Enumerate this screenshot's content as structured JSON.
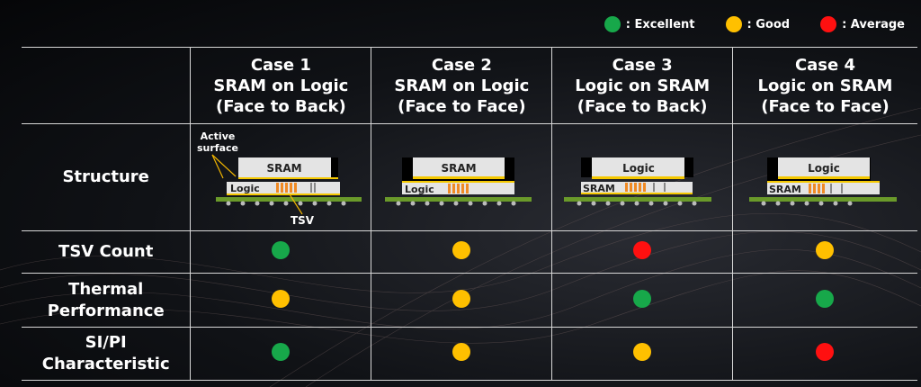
{
  "legend": [
    {
      "label": ": Excellent",
      "color": "#17a84a"
    },
    {
      "label": ": Good",
      "color": "#ffc000"
    },
    {
      "label": ": Average",
      "color": "#ff1010"
    }
  ],
  "cases": [
    {
      "title": "Case 1",
      "stack": "SRAM on Logic",
      "bond": "(Face to Back)",
      "top_die": "SRAM",
      "bottom_die": "Logic"
    },
    {
      "title": "Case 2",
      "stack": "SRAM on Logic",
      "bond": "(Face to Face)",
      "top_die": "SRAM",
      "bottom_die": "Logic"
    },
    {
      "title": "Case 3",
      "stack": "Logic on SRAM",
      "bond": "(Face to Back)",
      "top_die": "Logic",
      "bottom_die": "SRAM"
    },
    {
      "title": "Case 4",
      "stack": "Logic on SRAM",
      "bond": "(Face to Face)",
      "top_die": "Logic",
      "bottom_die": "SRAM"
    }
  ],
  "annotations": {
    "active_surface_1": "Active",
    "active_surface_2": "surface",
    "tsv": "TSV"
  },
  "rows": {
    "structure": "Structure",
    "tsv_count": {
      "label": "TSV Count",
      "ratings": [
        "Excellent",
        "Good",
        "Average",
        "Good"
      ]
    },
    "thermal": {
      "label1": "Thermal",
      "label2": "Performance",
      "ratings": [
        "Good",
        "Good",
        "Excellent",
        "Excellent"
      ]
    },
    "sipi": {
      "label1": "SI/PI",
      "label2": "Characteristic",
      "ratings": [
        "Excellent",
        "Good",
        "Good",
        "Average"
      ]
    }
  },
  "colors": {
    "Excellent": "#17a84a",
    "Good": "#ffc000",
    "Average": "#ff1010",
    "substrate": "#6a9a2a",
    "die": "#e4e4e4",
    "tsv": "#f08a24",
    "bond": "#f5c800"
  }
}
